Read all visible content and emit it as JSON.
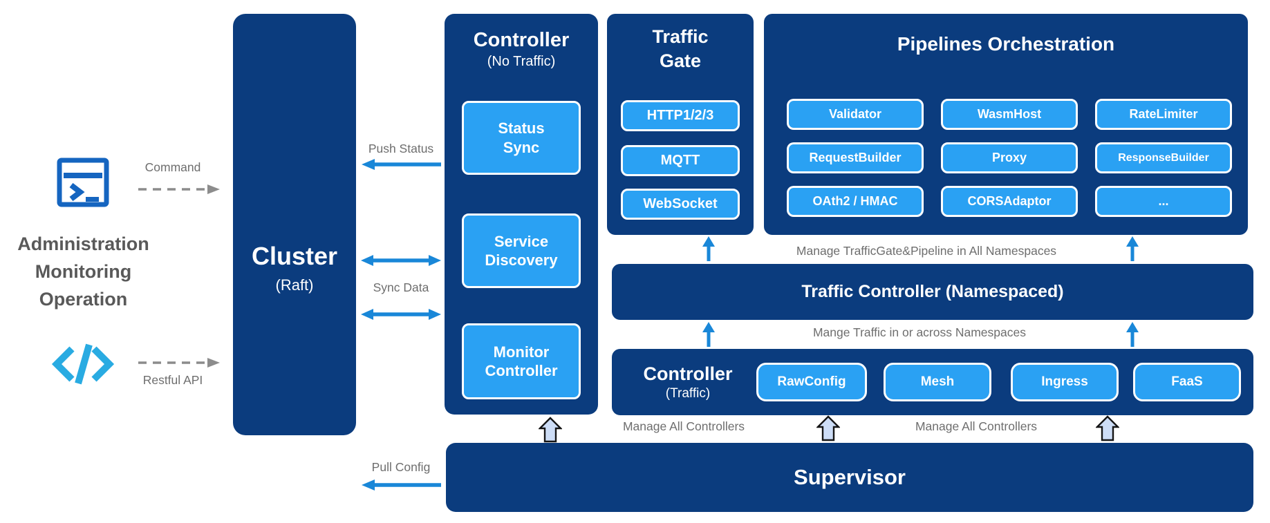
{
  "colors": {
    "navy": "#0b3c7e",
    "light_blue": "#2aa1f3",
    "arrow_blue": "#1987d8",
    "icon_blue": "#1565c0",
    "code_icon_blue": "#29abe2",
    "label_gray": "#6e6e6e",
    "admin_gray": "#595959",
    "dash_gray": "#8c8c8c",
    "block_arrow_fill": "#cdddf6"
  },
  "icons": {
    "admin": "terminal-window-icon",
    "api": "code-brackets-icon"
  },
  "admin": {
    "lines": [
      "Administration",
      "Monitoring",
      "Operation"
    ],
    "command_label": "Command",
    "restful_label": "Restful API"
  },
  "cluster": {
    "title": "Cluster",
    "subtitle": "(Raft)"
  },
  "flow": {
    "push_status": "Push Status",
    "sync_data": "Sync Data",
    "pull_config": "Pull Config"
  },
  "controller_no_traffic": {
    "title": "Controller",
    "subtitle": "(No Traffic)",
    "items": [
      "Status Sync",
      "Service Discovery",
      "Monitor Controller"
    ]
  },
  "traffic_gate": {
    "title": "Traffic Gate",
    "items": [
      "HTTP1/2/3",
      "MQTT",
      "WebSocket"
    ]
  },
  "pipelines": {
    "title": "Pipelines Orchestration",
    "items": [
      "Validator",
      "WasmHost",
      "RateLimiter",
      "RequestBuilder",
      "Proxy",
      "ResponseBuilder",
      "OAth2 / HMAC",
      "CORSAdaptor",
      "..."
    ]
  },
  "traffic_controller": {
    "label_above": "Manage TrafficGate&Pipeline in All Namespaces",
    "title": "Traffic Controller (Namespaced)",
    "label_below": "Mange Traffic in or across Namespaces"
  },
  "controller_traffic": {
    "title": "Controller",
    "subtitle": "(Traffic)",
    "items": [
      "RawConfig",
      "Mesh",
      "Ingress",
      "FaaS"
    ]
  },
  "supervisor": {
    "title": "Supervisor",
    "manage_left": "Manage All Controllers",
    "manage_right": "Manage All Controllers"
  }
}
